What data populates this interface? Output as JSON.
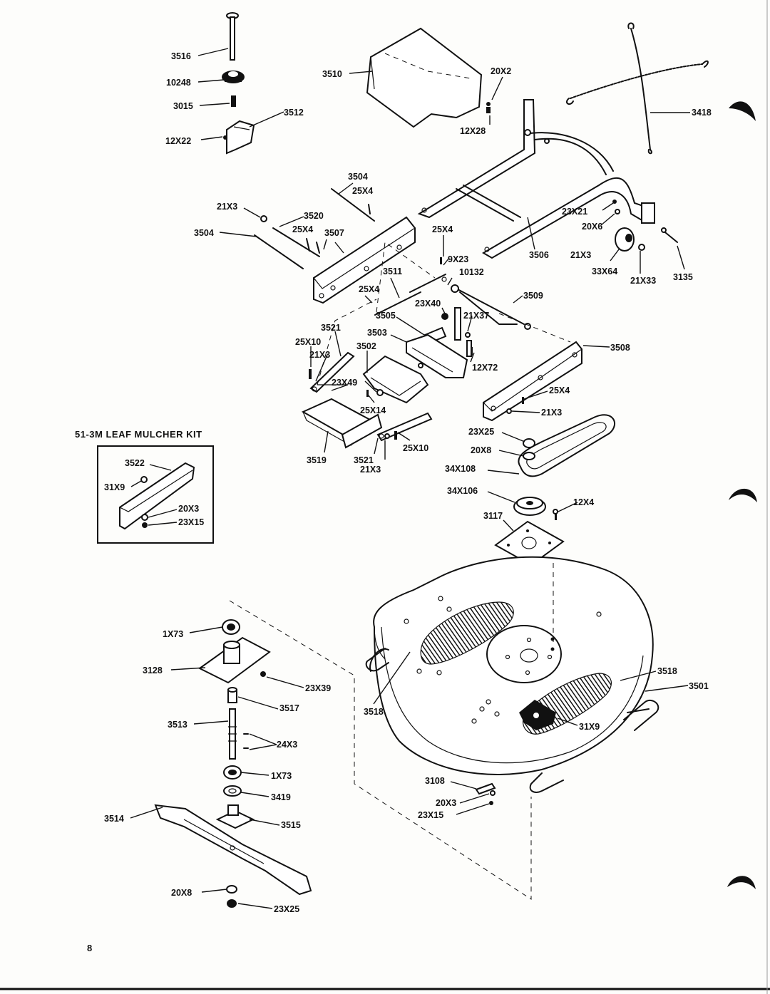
{
  "page_number": "8",
  "kit": {
    "title": "51-3M LEAF MULCHER KIT"
  },
  "labels": [
    {
      "id": "3516",
      "text": "3516"
    },
    {
      "id": "10248",
      "text": "10248"
    },
    {
      "id": "3015",
      "text": "3015"
    },
    {
      "id": "3512",
      "text": "3512"
    },
    {
      "id": "12X22",
      "text": "12X22"
    },
    {
      "id": "3510",
      "text": "3510"
    },
    {
      "id": "20X2",
      "text": "20X2"
    },
    {
      "id": "12X28",
      "text": "12X28"
    },
    {
      "id": "3418",
      "text": "3418"
    },
    {
      "id": "3504a",
      "text": "3504"
    },
    {
      "id": "25X4a",
      "text": "25X4"
    },
    {
      "id": "21X3a",
      "text": "21X3"
    },
    {
      "id": "3520",
      "text": "3520"
    },
    {
      "id": "3504b",
      "text": "3504"
    },
    {
      "id": "25X4b",
      "text": "25X4"
    },
    {
      "id": "3507",
      "text": "3507"
    },
    {
      "id": "25X4c",
      "text": "25X4"
    },
    {
      "id": "23X21",
      "text": "23X21"
    },
    {
      "id": "20X6",
      "text": "20X6"
    },
    {
      "id": "3506",
      "text": "3506"
    },
    {
      "id": "21X3b",
      "text": "21X3"
    },
    {
      "id": "9X23",
      "text": "9X23"
    },
    {
      "id": "3511",
      "text": "3511"
    },
    {
      "id": "10132",
      "text": "10132"
    },
    {
      "id": "33X64",
      "text": "33X64"
    },
    {
      "id": "21X33",
      "text": "21X33"
    },
    {
      "id": "3135",
      "text": "3135"
    },
    {
      "id": "25X4d",
      "text": "25X4"
    },
    {
      "id": "23X40",
      "text": "23X40"
    },
    {
      "id": "3509",
      "text": "3509"
    },
    {
      "id": "3505",
      "text": "3505"
    },
    {
      "id": "21X37",
      "text": "21X37"
    },
    {
      "id": "3521a",
      "text": "3521"
    },
    {
      "id": "3503",
      "text": "3503"
    },
    {
      "id": "25X10a",
      "text": "25X10"
    },
    {
      "id": "21X3c",
      "text": "21X3"
    },
    {
      "id": "3502",
      "text": "3502"
    },
    {
      "id": "12X72",
      "text": "12X72"
    },
    {
      "id": "3508",
      "text": "3508"
    },
    {
      "id": "23X49",
      "text": "23X49"
    },
    {
      "id": "25X14",
      "text": "25X14"
    },
    {
      "id": "25X4e",
      "text": "25X4"
    },
    {
      "id": "21X3d",
      "text": "21X3"
    },
    {
      "id": "23X25a",
      "text": "23X25"
    },
    {
      "id": "3519",
      "text": "3519"
    },
    {
      "id": "3521b",
      "text": "3521"
    },
    {
      "id": "21X3e",
      "text": "21X3"
    },
    {
      "id": "25X10b",
      "text": "25X10"
    },
    {
      "id": "20X8a",
      "text": "20X8"
    },
    {
      "id": "34X108",
      "text": "34X108"
    },
    {
      "id": "34X106",
      "text": "34X106"
    },
    {
      "id": "12X4",
      "text": "12X4"
    },
    {
      "id": "3117",
      "text": "3117"
    },
    {
      "id": "3522",
      "text": "3522"
    },
    {
      "id": "31X9a",
      "text": "31X9"
    },
    {
      "id": "20X3a",
      "text": "20X3"
    },
    {
      "id": "23X15a",
      "text": "23X15"
    },
    {
      "id": "1X73a",
      "text": "1X73"
    },
    {
      "id": "3128",
      "text": "3128"
    },
    {
      "id": "23X39",
      "text": "23X39"
    },
    {
      "id": "3517",
      "text": "3517"
    },
    {
      "id": "3513",
      "text": "3513"
    },
    {
      "id": "24X3",
      "text": "24X3"
    },
    {
      "id": "1X73b",
      "text": "1X73"
    },
    {
      "id": "3419",
      "text": "3419"
    },
    {
      "id": "3514",
      "text": "3514"
    },
    {
      "id": "3515",
      "text": "3515"
    },
    {
      "id": "20X8b",
      "text": "20X8"
    },
    {
      "id": "23X25b",
      "text": "23X25"
    },
    {
      "id": "3518a",
      "text": "3518"
    },
    {
      "id": "3518b",
      "text": "3518"
    },
    {
      "id": "3501",
      "text": "3501"
    },
    {
      "id": "31X9b",
      "text": "31X9"
    },
    {
      "id": "3108",
      "text": "3108"
    },
    {
      "id": "20X3b",
      "text": "20X3"
    },
    {
      "id": "23X15b",
      "text": "23X15"
    }
  ]
}
